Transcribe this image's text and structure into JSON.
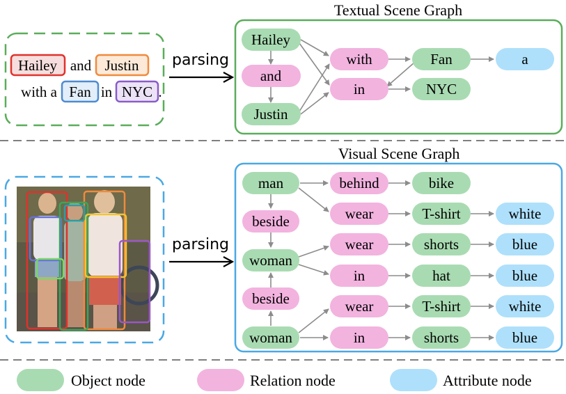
{
  "colors": {
    "object": "#a9dbb2",
    "relation": "#f2b3df",
    "attribute": "#aee0fb",
    "textual_frame": "#5aad5a",
    "visual_frame": "#4aa8e4",
    "divider": "#7f7f7f",
    "arrow": "#8c8c8c",
    "hailey": "#e0322b",
    "justin": "#f08a3c",
    "fan": "#4f8bd0",
    "nyc": "#8a5cc8"
  },
  "textual": {
    "title": "Textual Scene Graph",
    "parsing_label": "parsing",
    "sentence": {
      "line1": [
        "Hailey",
        "and",
        "Justin"
      ],
      "line2": [
        "with a",
        "Fan",
        "in",
        "NYC",
        "."
      ]
    },
    "nodes": {
      "hailey": "Hailey",
      "and": "and",
      "justin": "Justin",
      "with": "with",
      "in": "in",
      "fan": "Fan",
      "nyc": "NYC",
      "a": "a"
    }
  },
  "visual": {
    "title": "Visual Scene Graph",
    "parsing_label": "parsing",
    "photo_boxes": [
      "red",
      "orange",
      "blue",
      "green",
      "yellow",
      "purple",
      "teal",
      "light-green"
    ],
    "nodes": {
      "man": "man",
      "behind": "behind",
      "bike": "bike",
      "wear1": "wear",
      "tshirt1": "T-shirt",
      "white1": "white",
      "beside1": "beside",
      "woman1": "woman",
      "wear2": "wear",
      "shorts1": "shorts",
      "blue1": "blue",
      "in1": "in",
      "hat": "hat",
      "blue2": "blue",
      "beside2": "beside",
      "wear3": "wear",
      "tshirt2": "T-shirt",
      "white2": "white",
      "woman2": "woman",
      "in2": "in",
      "shorts2": "shorts",
      "blue3": "blue"
    }
  },
  "legend": {
    "object": "Object node",
    "relation": "Relation node",
    "attribute": "Attribute node"
  }
}
